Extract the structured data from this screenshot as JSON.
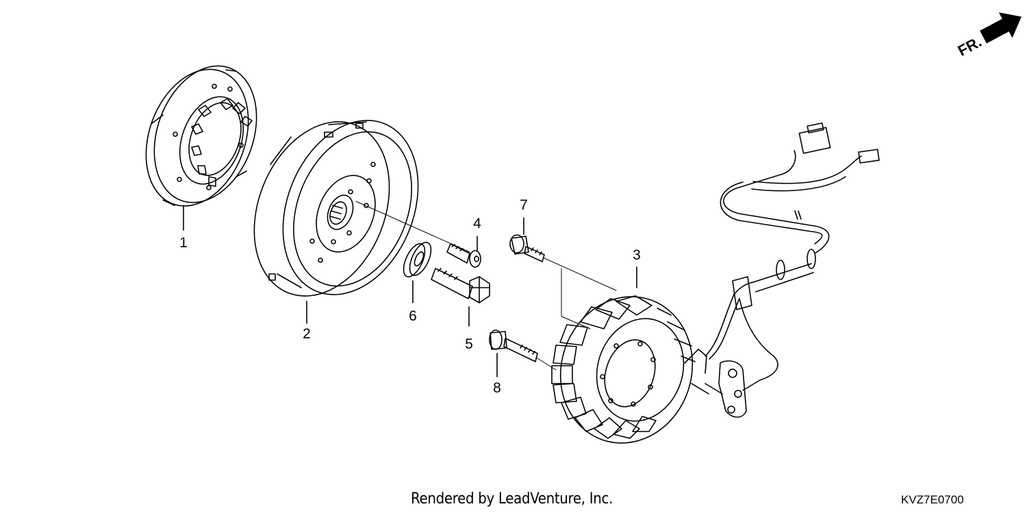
{
  "direction_marker": {
    "label": "FR.",
    "icon": "arrow-front-icon"
  },
  "callouts": [
    "1",
    "2",
    "3",
    "4",
    "5",
    "6",
    "7",
    "8"
  ],
  "footer": {
    "credit": "Rendered by LeadVenture, Inc.",
    "diagram_code": "KVZ7E0700"
  }
}
